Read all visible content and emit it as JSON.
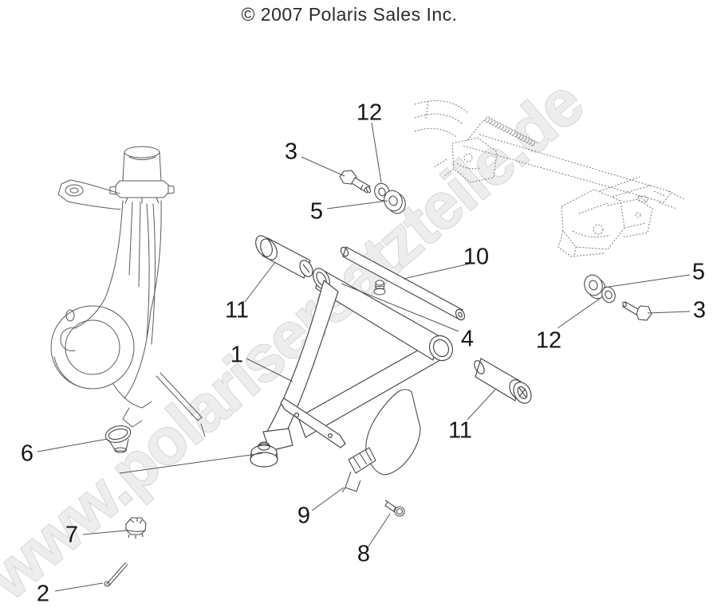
{
  "header": {
    "copyright": "© 2007 Polaris Sales Inc."
  },
  "watermark": {
    "text": "www.polarisersatzteile.de",
    "fill_color": "#ededed",
    "outline_color": "#d5d5d5"
  },
  "diagram": {
    "type": "exploded-parts-drawing",
    "ink_color": "#4a4a4a",
    "frame_dash_color": "#7a7a7a",
    "label_color": "#161616",
    "callouts": [
      {
        "label": "12"
      },
      {
        "label": "3"
      },
      {
        "label": "5"
      },
      {
        "label": "10"
      },
      {
        "label": "4"
      },
      {
        "label": "1"
      },
      {
        "label": "11"
      },
      {
        "label": "11"
      },
      {
        "label": "5"
      },
      {
        "label": "3"
      },
      {
        "label": "12"
      },
      {
        "label": "6"
      },
      {
        "label": "7"
      },
      {
        "label": "2"
      },
      {
        "label": "9"
      },
      {
        "label": "8"
      }
    ]
  }
}
